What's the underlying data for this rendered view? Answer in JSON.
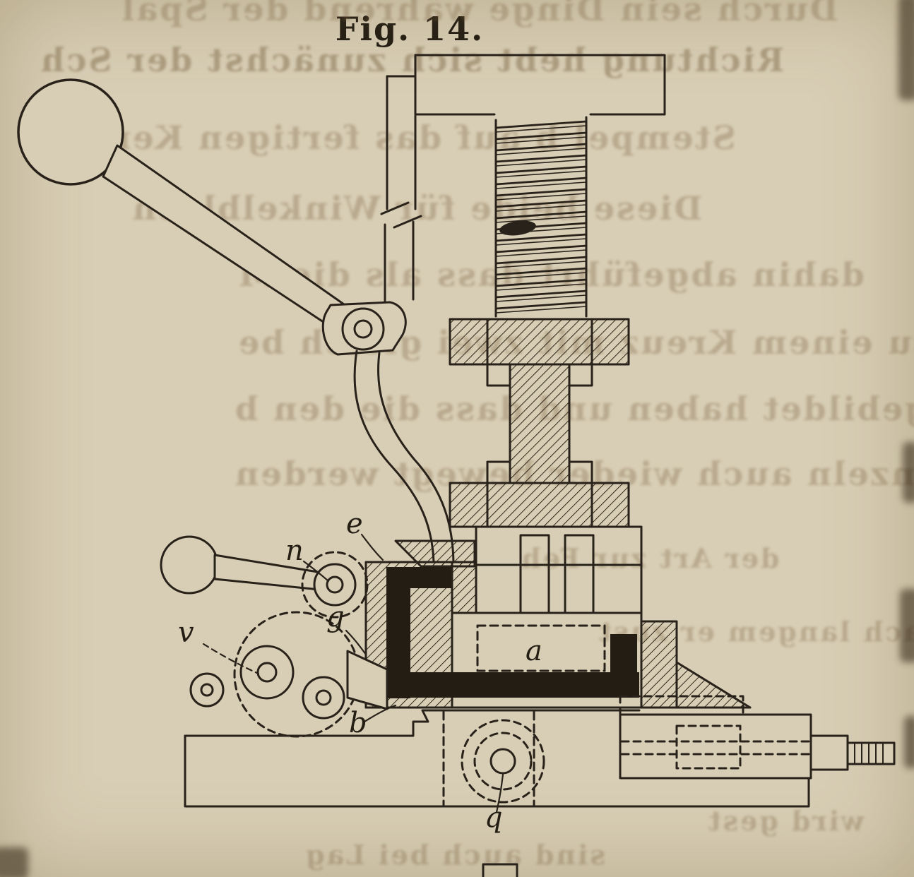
{
  "figure": {
    "title": "Fig. 14."
  },
  "labels": [
    {
      "id": "e",
      "char": "e"
    },
    {
      "id": "n",
      "char": "n"
    },
    {
      "id": "v",
      "char": "v"
    },
    {
      "id": "g",
      "char": "g"
    },
    {
      "id": "a",
      "char": "a"
    },
    {
      "id": "b",
      "char": "b"
    },
    {
      "id": "q",
      "char": "q"
    }
  ],
  "bleedthrough": {
    "lines": [
      "Durch sein Dinge während der Spal",
      "Richtung hebt sich zunächst der Sch",
      "Stempel b auf das fertigen Kerbel",
      "Diese beide für Winkelblech",
      "dahin abgeführt dass als die M",
      "zu einem Kreuz mit zwei gleich be",
      "gebildet haben und dass die den b",
      "einzeln auch wieder bewegt werden",
      "der Art zur Feh",
      "lach langem er zust",
      "wird gest",
      "sind auch bei Lag"
    ]
  },
  "colors": {
    "paper": "#d8ceb5",
    "ink": "#29221a",
    "hatch": "#2e2619",
    "bleed_text": "rgba(115,90,55,0.30)"
  }
}
